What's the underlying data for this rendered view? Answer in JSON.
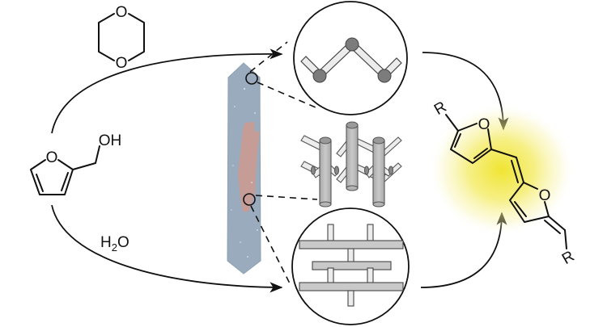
{
  "figure": {
    "description": "Schematic: furfuryl alcohol crystallized from 1,4-dioxane or water forms crystals with different packing motifs, leading to R-substituted difurylidene product",
    "colors": {
      "crystal_body": "#9aabbd",
      "crystal_inclusion": "#c99a93",
      "glow": "#f1e84a",
      "rod_dark": "#b4b4b4",
      "rod_light": "#ececec",
      "atom_ball": "#7c7c7c",
      "ink": "#111111"
    }
  },
  "reactant": {
    "name": "furfuryl-alcohol",
    "atoms": {
      "ring_o": "O",
      "oh": "OH"
    }
  },
  "solvents": {
    "top": {
      "name": "1,4-dioxane",
      "atom_top": "O",
      "atom_bottom": "O"
    },
    "bottom": {
      "label_main": "H",
      "label_sub": "2",
      "label_tail": "O"
    }
  },
  "crystal": {
    "name": "crystal-micrograph",
    "regions": [
      "blue-crystal-body",
      "pink-inclusion"
    ],
    "probe_markers": 2
  },
  "zoom_panels": [
    {
      "name": "zigzag-chain",
      "description": "zigzag chain with three atom balls"
    },
    {
      "name": "3d-network",
      "description": "three vertical cylinders joined by herringbone rods"
    },
    {
      "name": "layered-packing",
      "description": "horizontal bars with vertical connectors"
    }
  ],
  "product": {
    "name": "difurylidene-product",
    "atoms": {
      "o1": "O",
      "o2": "O",
      "r_top": "R",
      "r_bottom": "R"
    }
  }
}
